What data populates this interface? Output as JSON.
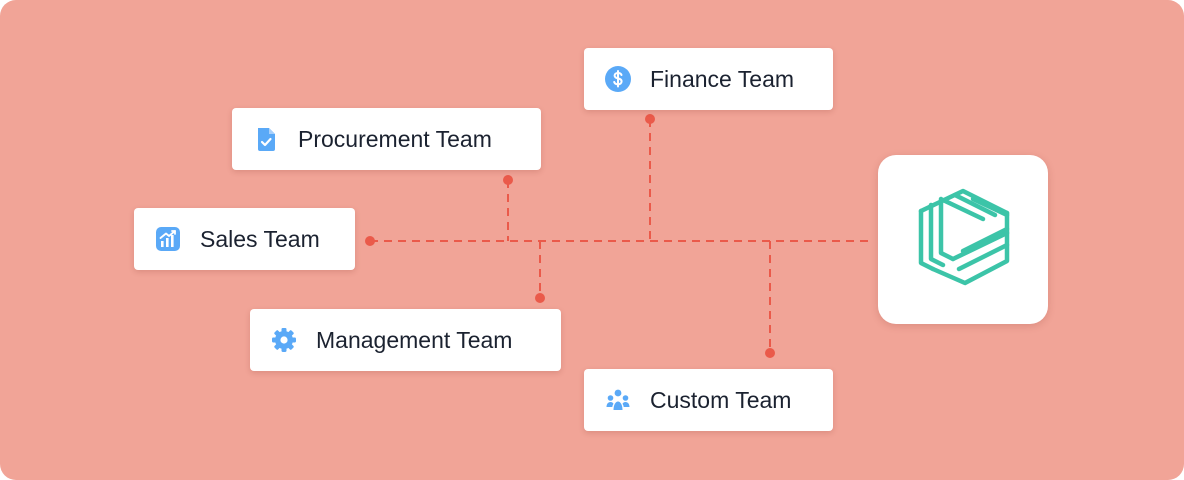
{
  "colors": {
    "background": "#f1a497",
    "connector": "#ea5a4a",
    "icon": "#5aa9f7",
    "logo": "#3cc4a8",
    "card_text": "#1b2230"
  },
  "teams": [
    {
      "id": "finance",
      "label": "Finance Team",
      "icon": "dollar-icon"
    },
    {
      "id": "procurement",
      "label": "Procurement Team",
      "icon": "document-check-icon"
    },
    {
      "id": "sales",
      "label": "Sales Team",
      "icon": "chart-up-icon"
    },
    {
      "id": "management",
      "label": "Management Team",
      "icon": "gear-icon"
    },
    {
      "id": "custom",
      "label": "Custom Team",
      "icon": "users-icon"
    }
  ],
  "hub": {
    "icon": "brand-logo-icon"
  }
}
